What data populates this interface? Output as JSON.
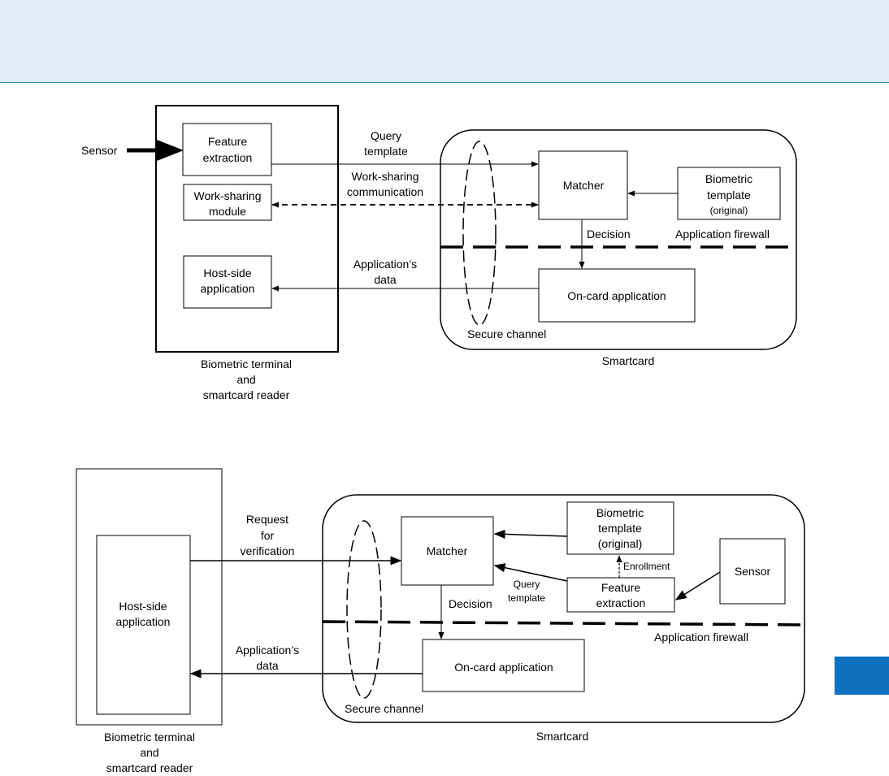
{
  "colors": {
    "banner": "#e4ecf8",
    "banner_rule": "#2f8fc6",
    "tab": "#0f72c0",
    "line": "#000000"
  },
  "fig1": {
    "sensor": "Sensor",
    "feature_extraction": [
      "Feature",
      "extraction"
    ],
    "work_sharing_module": [
      "Work-sharing",
      "module"
    ],
    "host_side_application": [
      "Host-side",
      "application"
    ],
    "terminal_caption": [
      "Biometric terminal",
      "and",
      "smartcard reader"
    ],
    "query_template": [
      "Query",
      "template"
    ],
    "work_sharing_communication": [
      "Work-sharing",
      "communication"
    ],
    "applications_data": [
      "Application’s",
      "data"
    ],
    "matcher": "Matcher",
    "biometric_template": [
      "Biometric",
      "template"
    ],
    "original": "(original)",
    "decision": "Decision",
    "application_firewall": "Application firewall",
    "on_card_application": "On-card application",
    "secure_channel": "Secure channel",
    "smartcard": "Smartcard"
  },
  "fig2": {
    "host_side_application": [
      "Host-side",
      "application"
    ],
    "terminal_caption": [
      "Biometric terminal",
      "and",
      "smartcard reader"
    ],
    "request_for_verification": [
      "Request",
      "for",
      "verification"
    ],
    "applications_data": [
      "Application’s",
      "data"
    ],
    "matcher": "Matcher",
    "biometric_template": [
      "Biometric",
      "template",
      "(original)"
    ],
    "enrollment": "Enrollment",
    "sensor": "Sensor",
    "query_template": [
      "Query",
      "template"
    ],
    "feature_extraction": [
      "Feature",
      "extraction"
    ],
    "decision": "Decision",
    "application_firewall": "Application firewall",
    "on_card_application": "On-card application",
    "secure_channel": "Secure channel",
    "smartcard": "Smartcard"
  }
}
